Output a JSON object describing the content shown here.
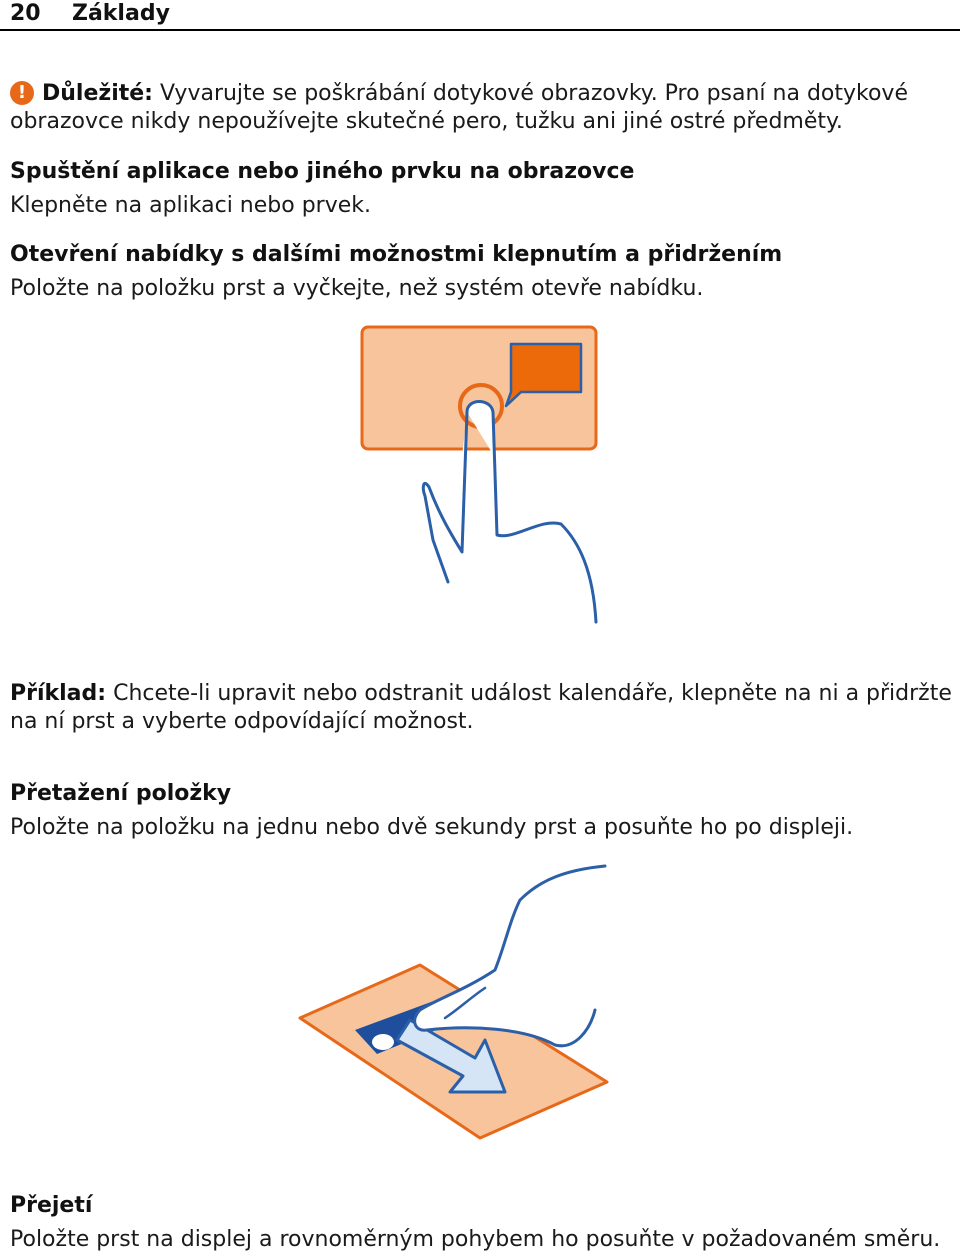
{
  "header": {
    "page_number": "20",
    "section": "Základy"
  },
  "important": {
    "icon": "warning-icon",
    "label": "Důležité:",
    "text_1": "Vyvarujte se poškrábání dotykové obrazovky. Pro psaní na dotykové",
    "text_2": "obrazovce nikdy nepoužívejte skutečné pero, tužku ani jiné ostré předměty."
  },
  "section_launch": {
    "heading": "Spuštění aplikace nebo jiného prvku na obrazovce",
    "body": "Klepněte na aplikaci nebo prvek."
  },
  "section_hold": {
    "heading": "Otevření nabídky s dalšími možnostmi klepnutím a přidržením",
    "body": "Položte na položku prst a vyčkejte, než systém otevře nabídku."
  },
  "example": {
    "label": "Příklad:",
    "text_1": "Chcete-li upravit nebo odstranit událost kalendáře, klepněte na ni a přidržte",
    "text_2": "na ní prst a vyberte odpovídající možnost."
  },
  "section_drag": {
    "heading": "Přetažení položky",
    "body": "Položte na položku na jednu nebo dvě sekundy prst a posuňte ho po displeji."
  },
  "section_swipe": {
    "heading": "Přejetí",
    "body": "Položte prst na displej a rovnoměrným pohybem ho posuňte v požadovaném směru."
  },
  "colors": {
    "accent_orange": "#e8681a",
    "panel_peach": "#f7c49b",
    "hand_outline": "#2b5fa8",
    "item_blue": "#1f4e9c"
  }
}
